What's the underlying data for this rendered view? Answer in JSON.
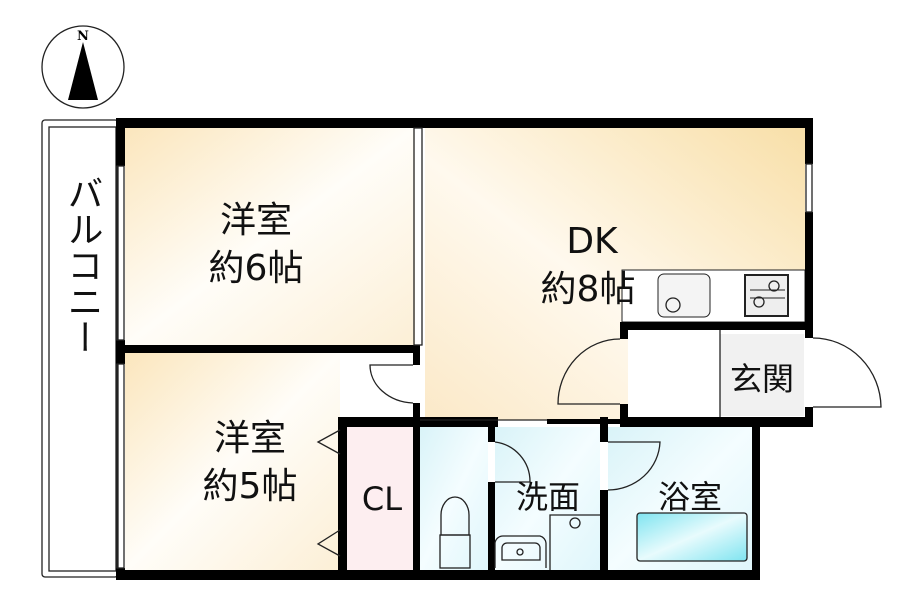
{
  "compass": {
    "label": "N"
  },
  "rooms": {
    "western_room_1": {
      "name": "洋室",
      "size": "約6帖"
    },
    "dining_kitchen": {
      "name": "DK",
      "size": "約8帖"
    },
    "western_room_2": {
      "name": "洋室",
      "size": "約5帖"
    },
    "closet": {
      "name": "CL"
    },
    "washroom": {
      "name": "洗面"
    },
    "bathroom": {
      "name": "浴室"
    },
    "entrance": {
      "name": "玄関"
    },
    "balcony": {
      "name": "バルコニー"
    }
  },
  "colors": {
    "wall": "#000000",
    "room_fill": "#fdf1d8",
    "wet_fill": "#e4f7fb",
    "closet_fill": "#fdeef0",
    "bathtub": "#8fe9f3"
  }
}
